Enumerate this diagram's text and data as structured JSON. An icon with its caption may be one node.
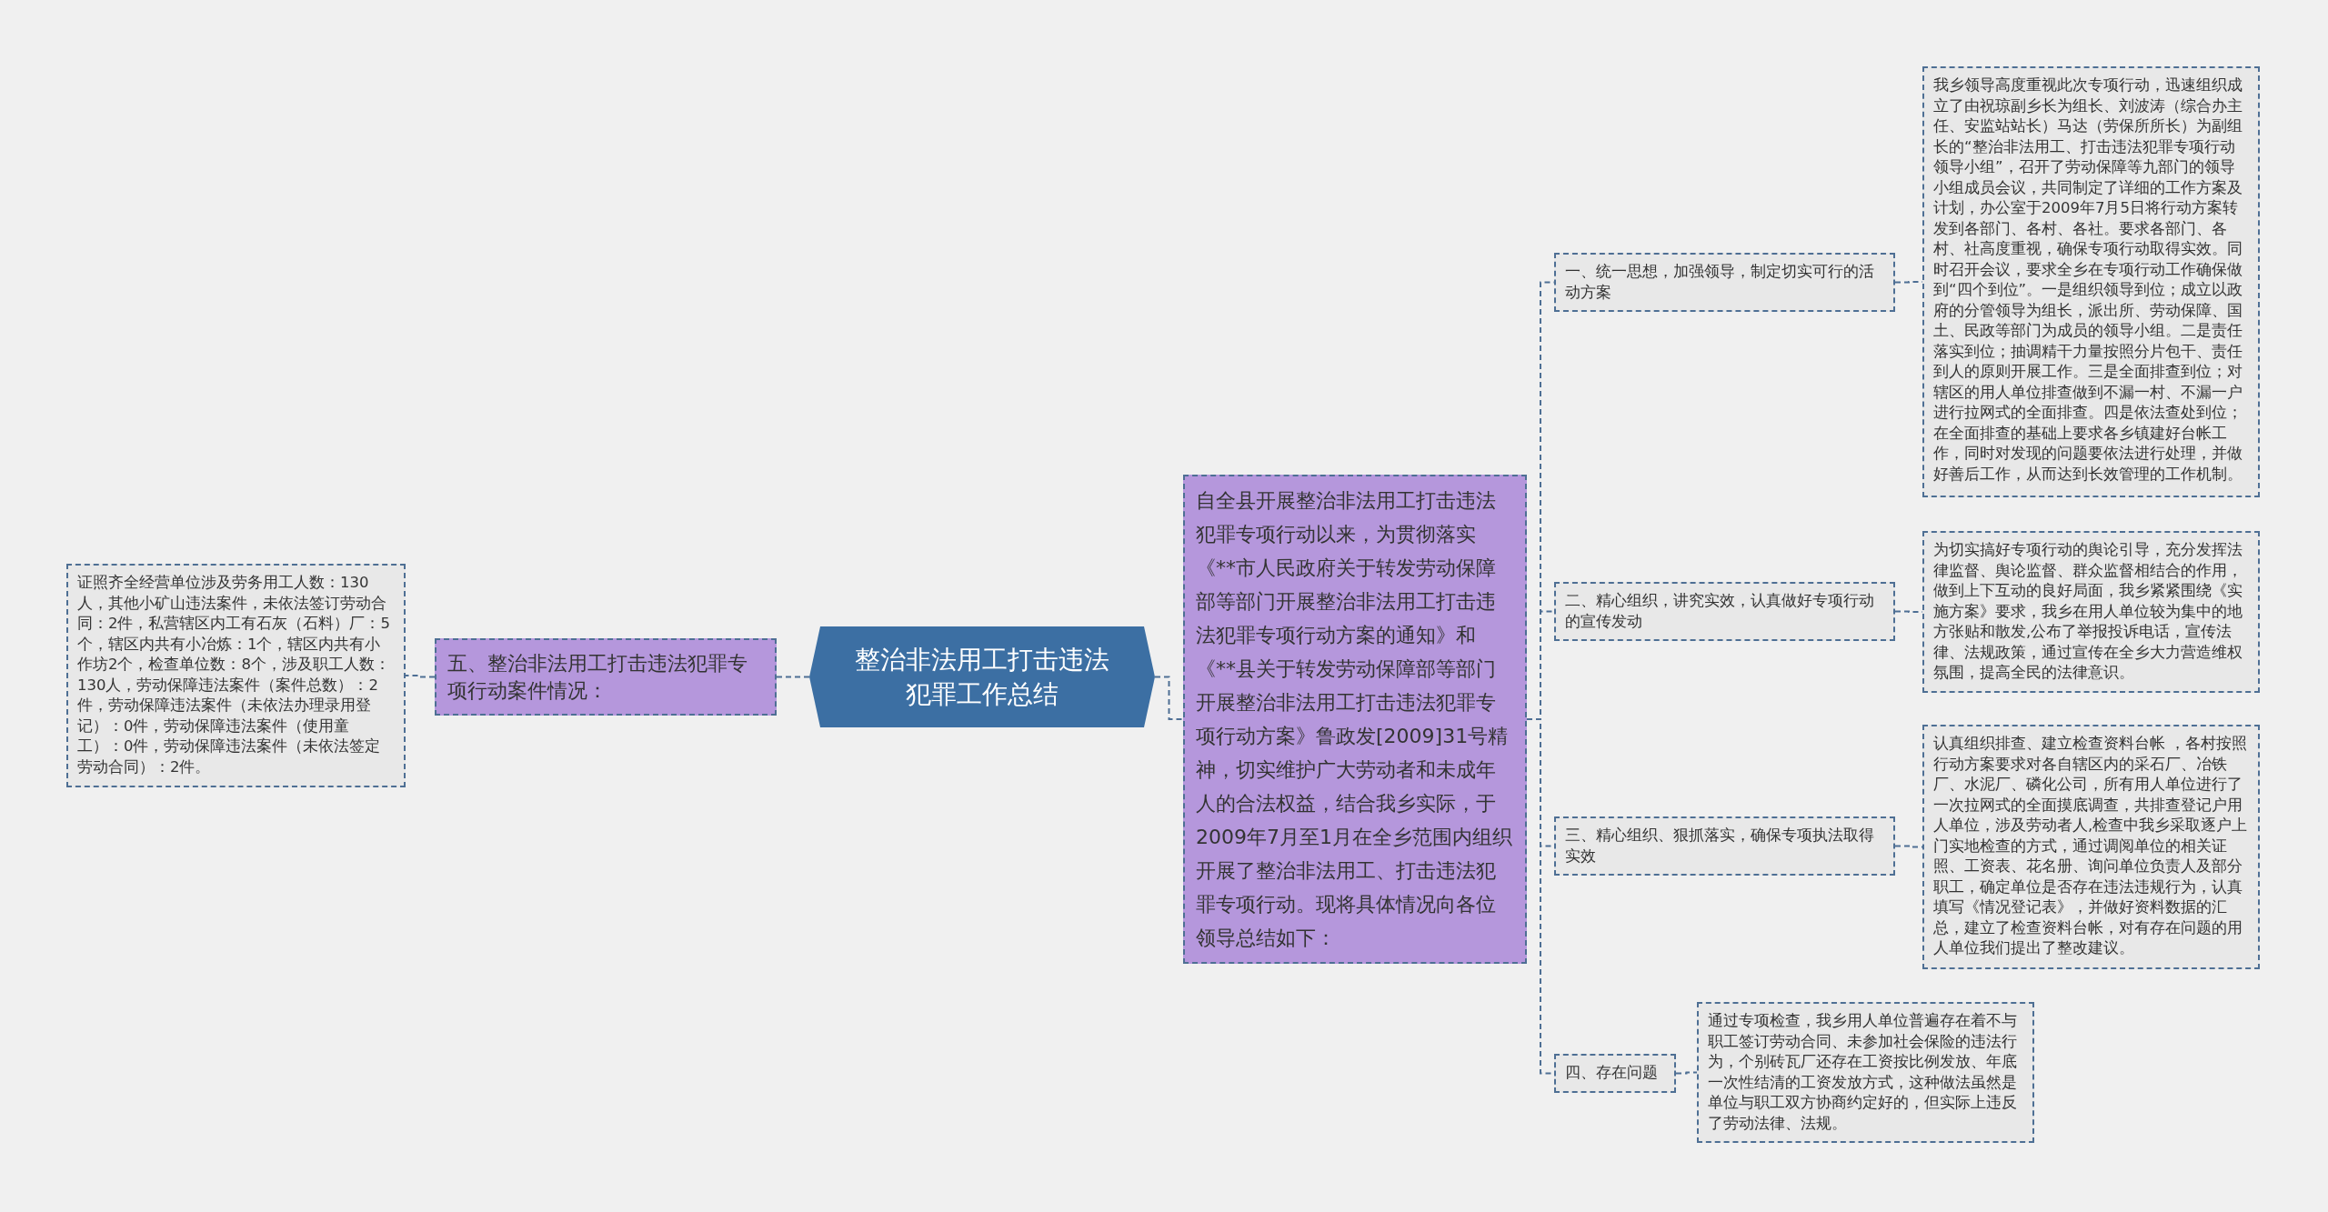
{
  "diagram": {
    "nodes": [
      {
        "text": [
          "整治非法用工打击违法犯罪工作总结"
        ]
      },
      {
        "text": [
          "五、整治非法用工打击违法犯罪专项行动案件情况："
        ]
      },
      {
        "text": [
          "证照齐全经营单位涉及劳务用工人数：130人，其他小矿山违法案件，未依法签订劳动合同：2件，私营辖区内工有石灰（石料）厂：5个，辖区内共有小冶炼：1个，辖区内共有小作坊2个，检查单位数：8个，涉及职工人数：130人，劳动保障违法案件（案件总数）：2件，劳动保障违法案件（未依法办理录用登记）：0件，劳动保障违法案件（使用童工）：0件，劳动保障违法案件（未依法签定劳动合同）：2件。"
        ]
      },
      {
        "text": [
          "自全县开展整治非法用工打击违法犯罪专项行动以来，为贯彻落实《**市人民政府关于转发劳动保障部等部门开展整治非法用工打击违法犯罪专项行动方案的通知》和《**县关于转发劳动保障部等部门开展整治非法用工打击违法犯罪专项行动方案》鲁政发[2009]31号精神，切实维护广大劳动者和未成年人的合法权益，结合我乡实际，于2009年7月至1月在全乡范围内组织开展了整治非法用工、打击违法犯罪专项行动。现将具体情况向各位领导总结如下："
        ]
      },
      {
        "text": [
          "一、统一思想，加强领导，制定切实可行的活动方案"
        ]
      },
      {
        "text": [
          "我乡领导高度重视此次专项行动，迅速组织成立了由祝琼副乡长为组长、刘波涛（综合办主任、安监站站长）马达（劳保所所长）为副组长的“整治非法用工、打击违法犯罪专项行动领导小组”，召开了劳动保障等九部门的领导小组成员会议，共同制定了详细的工作方案及计划，办公室于2009年7月5日将行动方案转发到各部门、各村、各社。要求各部门、各村、社高度重视，确保专项行动取得实效。同时召开会议，要求全乡在专项行动工作确保做到“四个到位”。一是组织领导到位；成立以政府的分管领导为组长，派出所、劳动保障、国土、民政等部门为成员的领导小组。二是责任落实到位；抽调精干力量按照分片包干、责任到人的原则开展工作。三是全面排查到位；对辖区的用人单位排查做到不漏一村、不漏一户进行拉网式的全面排查。四是依法查处到位；在全面排查的基础上要求各乡镇建好台帐工作，同时对发现的问题要依法进行处理，并做好善后工作，从而达到长效管理的工作机制。"
        ]
      },
      {
        "text": [
          "二、精心组织，讲究实效，认真做好专项行动的宣传发动"
        ]
      },
      {
        "text": [
          "为切实搞好专项行动的舆论引导，充分发挥法律监督、舆论监督、群众监督相结合的作用，做到上下互动的良好局面，我乡紧紧围绕《实施方案》要求，我乡在用人单位较为集中的地方张贴和散发,公布了举报投诉电话，宣传法律、法规政策，通过宣传在全乡大力营造维权氛围，提高全民的法律意识。"
        ]
      },
      {
        "text": [
          "三、精心组织、狠抓落实，确保专项执法取得实效"
        ]
      },
      {
        "text": [
          "认真组织排查、建立检查资料台帐 ，各村按照行动方案要求对各自辖区内的采石厂、冶铁厂、水泥厂、磷化公司，所有用人单位进行了一次拉网式的全面摸底调查，共排查登记户用人单位，涉及劳动者人,检查中我乡采取逐户上门实地检查的方式，通过调阅单位的相关证照、工资表、花名册、询问单位负责人及部分职工，确定单位是否存在违法违规行为，认真填写《情况登记表》，并做好资料数据的汇总，建立了检查资料台帐，对有存在问题的用人单位我们提出了整改建议。"
        ]
      },
      {
        "text": [
          "四、存在问题"
        ]
      },
      {
        "text": [
          "通过专项检查，我乡用人单位普遍存在着不与职工签订劳动合同、未参加社会保险的违法行为，个别砖瓦厂还存在工资按比例发放、年底一次性结清的工资发放方式，这种做法虽然是单位与职工双方协商约定好的，但实际上违反了劳动法律、法规。"
        ]
      }
    ],
    "edges": [
      {
        "from": 0,
        "to": 1,
        "arrow": "none"
      },
      {
        "from": 1,
        "to": 2,
        "arrow": "none"
      },
      {
        "from": 0,
        "to": 3,
        "arrow": "none"
      },
      {
        "from": 3,
        "to": 4,
        "arrow": "none"
      },
      {
        "from": 4,
        "to": 5,
        "arrow": "none"
      },
      {
        "from": 3,
        "to": 6,
        "arrow": "none"
      },
      {
        "from": 6,
        "to": 7,
        "arrow": "none"
      },
      {
        "from": 3,
        "to": 8,
        "arrow": "none"
      },
      {
        "from": 8,
        "to": 9,
        "arrow": "none"
      },
      {
        "from": 3,
        "to": 10,
        "arrow": "none"
      },
      {
        "from": 10,
        "to": 11,
        "arrow": "none"
      }
    ]
  }
}
